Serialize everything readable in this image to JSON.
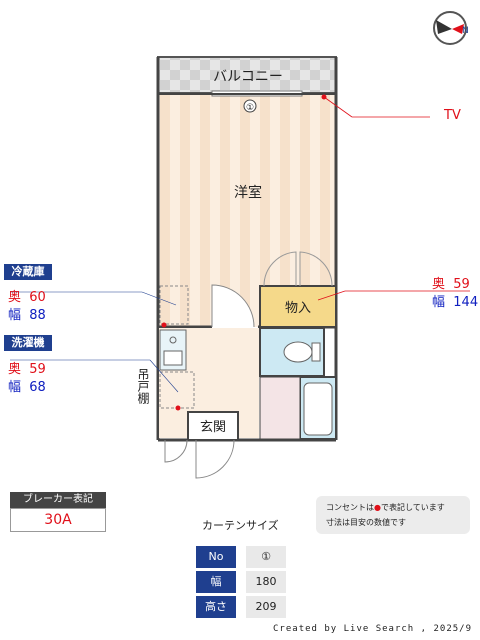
{
  "plan": {
    "balcony_label": "バルコニー",
    "western_room_label": "洋室",
    "storage_label": "物入",
    "entrance_label": "玄関",
    "shelf_label": "吊戸棚",
    "window_number": "①",
    "compass_letter": "N"
  },
  "tv": {
    "label": "TV",
    "color": "#e0101a"
  },
  "fridge": {
    "title": "冷蔵庫",
    "depth_label": "奥",
    "depth": "60",
    "width_label": "幅",
    "width": "88"
  },
  "washer": {
    "title": "洗濯機",
    "depth_label": "奥",
    "depth": "59",
    "width_label": "幅",
    "width": "68"
  },
  "storage_dims": {
    "depth_label": "奥",
    "depth": "59",
    "width_label": "幅",
    "width": "144"
  },
  "breaker": {
    "title": "ブレーカー表記",
    "value": "30A"
  },
  "note": {
    "line1_a": "コンセントは",
    "line1_b": "で表記しています",
    "line2": "寸法は目安の数値です"
  },
  "curtain": {
    "title": "カーテンサイズ",
    "rows": [
      {
        "header": "No",
        "value": "①"
      },
      {
        "header": "幅",
        "value": "180"
      },
      {
        "header": "高さ",
        "value": "209"
      }
    ]
  },
  "credit": "Created by Live Search , 2025/9",
  "colors": {
    "accent": "#1f3f8f",
    "outlet": "#e0101a",
    "storage_fill": "#f5d98a",
    "bath_fill": "#cde9f3"
  }
}
